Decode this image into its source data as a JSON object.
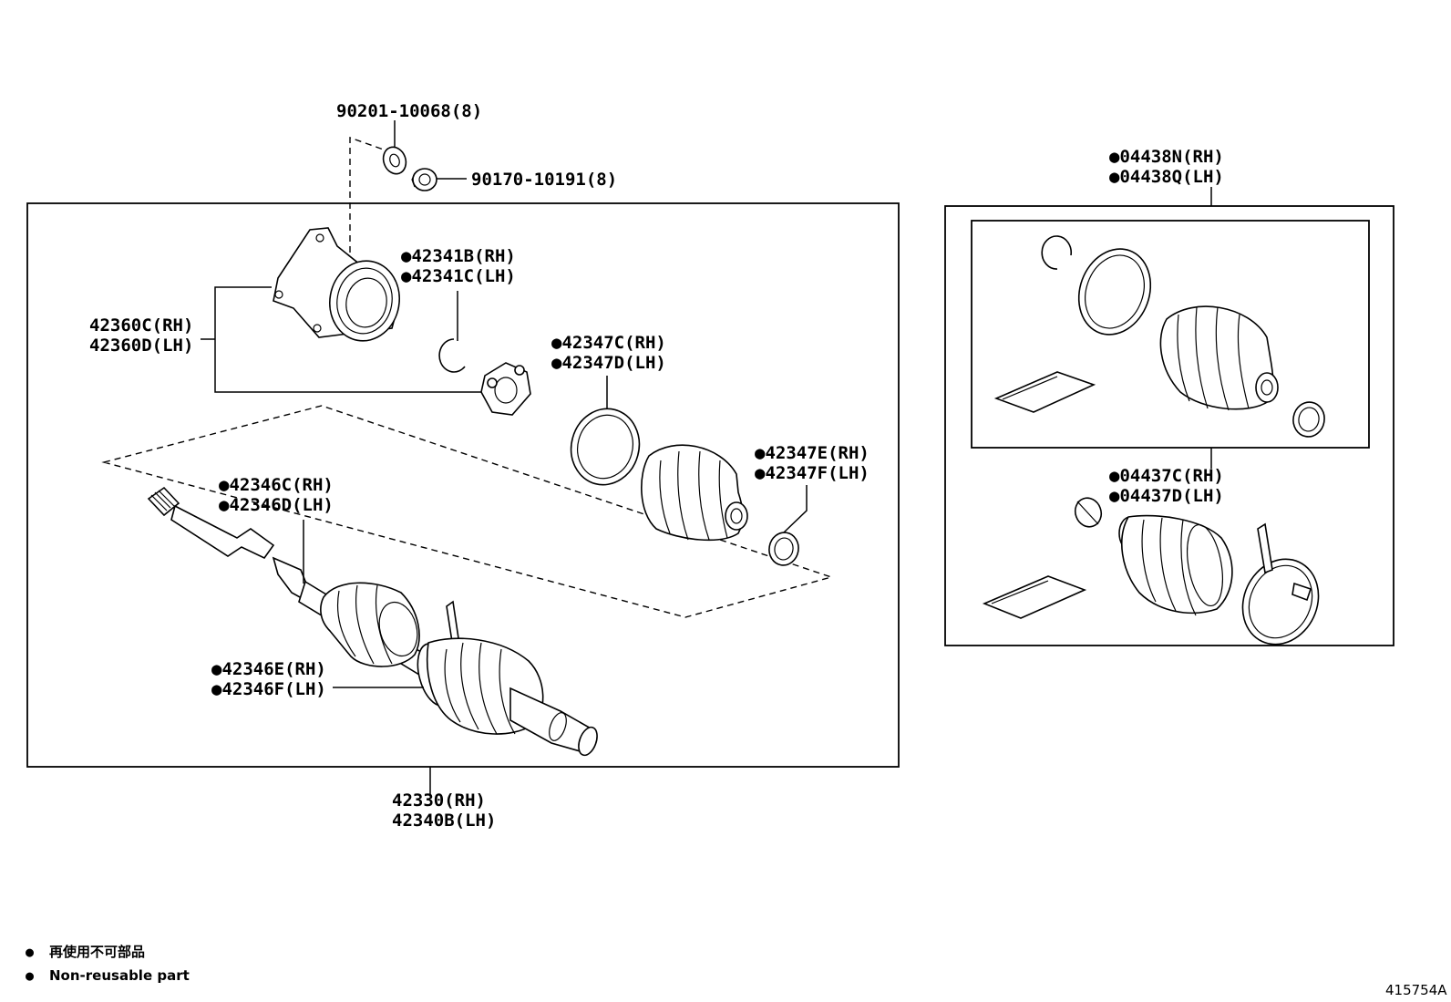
{
  "labels": {
    "bolt": "90201-10068(8)",
    "nut": "90170-10191(8)",
    "inboard_joint_rh": "42360C(RH)",
    "inboard_joint_lh": "42360D(LH)",
    "snap_ring_rh": "●42341B(RH)",
    "snap_ring_lh": "●42341C(LH)",
    "inboard_clamp_rh": "●42347C(RH)",
    "inboard_clamp_lh": "●42347D(LH)",
    "inboard_small_clamp_rh": "●42347E(RH)",
    "inboard_small_clamp_lh": "●42347F(LH)",
    "outboard_clamp_rh": "●42346C(RH)",
    "outboard_clamp_lh": "●42346D(LH)",
    "outboard_big_clamp_rh": "●42346E(RH)",
    "outboard_big_clamp_lh": "●42346F(LH)",
    "shaft_assy_rh": "42330(RH)",
    "shaft_assy_lh": "42340B(LH)",
    "inboard_boot_kit_rh": "●04438N(RH)",
    "inboard_boot_kit_lh": "●04438Q(LH)",
    "outboard_boot_kit_rh": "●04437C(RH)",
    "outboard_boot_kit_lh": "●04437D(LH)"
  },
  "legend": {
    "marker": "●",
    "japanese": "再使用不可部品",
    "english": "Non-reusable part"
  },
  "figure_id": "415754A"
}
